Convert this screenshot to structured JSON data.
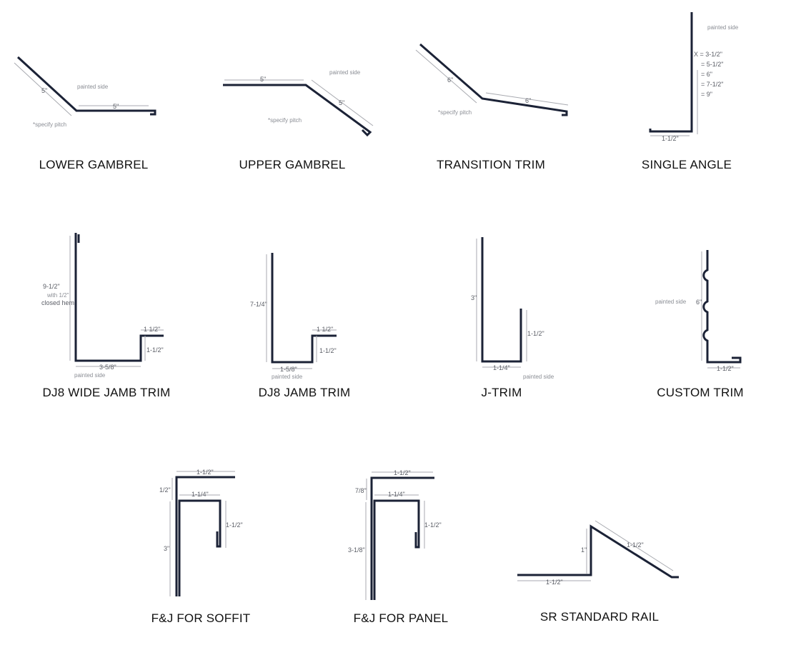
{
  "colors": {
    "profile": "#1b2236",
    "dimension": "#a8aab0",
    "label": "#111111"
  },
  "trims": [
    {
      "title": "LOWER GAMBREL",
      "dims": [
        "5\"",
        "5\""
      ],
      "notes": [
        "painted side",
        "*specify pitch"
      ]
    },
    {
      "title": "UPPER GAMBREL",
      "dims": [
        "5\"",
        "5\""
      ],
      "notes": [
        "painted side",
        "*specify pitch"
      ]
    },
    {
      "title": "TRANSITION TRIM",
      "dims": [
        "6\"",
        "6\""
      ],
      "notes": [
        "*specify pitch"
      ]
    },
    {
      "title": "SINGLE ANGLE",
      "dims": [
        "X = 3-1/2\"",
        "= 5-1/2\"",
        "= 6\"",
        "= 7-1/2\"",
        "= 9\"",
        "1-1/2\""
      ],
      "notes": [
        "painted side"
      ]
    },
    {
      "title": "DJ8 WIDE JAMB TRIM",
      "dims": [
        "9-1/2\"",
        "3-5/8\"",
        "1 1/2\"",
        "1-1/2\""
      ],
      "notes": [
        "with 1/2\"",
        "closed hem",
        "painted side"
      ]
    },
    {
      "title": "DJ8 JAMB TRIM",
      "dims": [
        "7-1/4\"",
        "1-5/8\"",
        "1 1/2\"",
        "1-1/2\""
      ],
      "notes": [
        "painted side"
      ]
    },
    {
      "title": "J-TRIM",
      "dims": [
        "3\"",
        "1-1/2\"",
        "1-1/4\""
      ],
      "notes": [
        "painted side"
      ]
    },
    {
      "title": "CUSTOM TRIM",
      "dims": [
        "6\"",
        "1-1/2\""
      ],
      "notes": [
        "painted side"
      ]
    },
    {
      "title": "F&J FOR SOFFIT",
      "dims": [
        "1-1/2\"",
        "1/2\"",
        "1-1/4\"",
        "1-1/2\"",
        "3\""
      ],
      "notes": []
    },
    {
      "title": "F&J FOR PANEL",
      "dims": [
        "1-1/2\"",
        "7/8\"",
        "1-1/4\"",
        "1-1/2\"",
        "3-1/8\""
      ],
      "notes": []
    },
    {
      "title": "SR STANDARD RAIL",
      "dims": [
        "1-1/2\"",
        "1\"",
        "1-1/2\""
      ],
      "notes": []
    }
  ]
}
